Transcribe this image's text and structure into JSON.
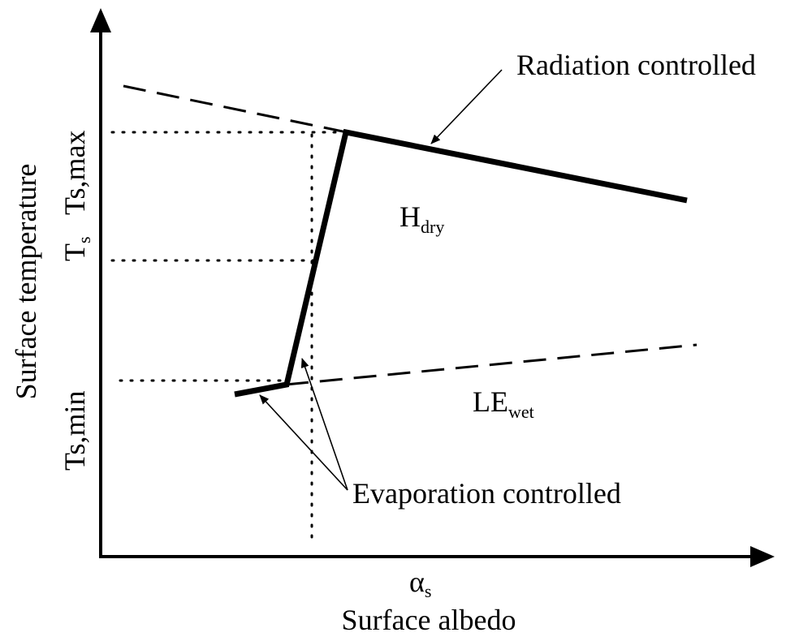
{
  "diagram": {
    "x_axis": {
      "symbol": "α",
      "symbol_sub": "s",
      "label": "Surface albedo"
    },
    "y_axis": {
      "label": "Surface temperature",
      "tick_max": "Ts,max",
      "tick_mid": "T",
      "tick_mid_sub": "s",
      "tick_min": "Ts,min"
    },
    "regions": {
      "dry": {
        "main": "H",
        "sub": "dry"
      },
      "wet": {
        "main": "LE",
        "sub": "wet"
      }
    },
    "annotations": {
      "radiation": "Radiation controlled",
      "evaporation": "Evaporation controlled"
    },
    "colors": {
      "ink": "#000000",
      "background": "#ffffff"
    }
  }
}
